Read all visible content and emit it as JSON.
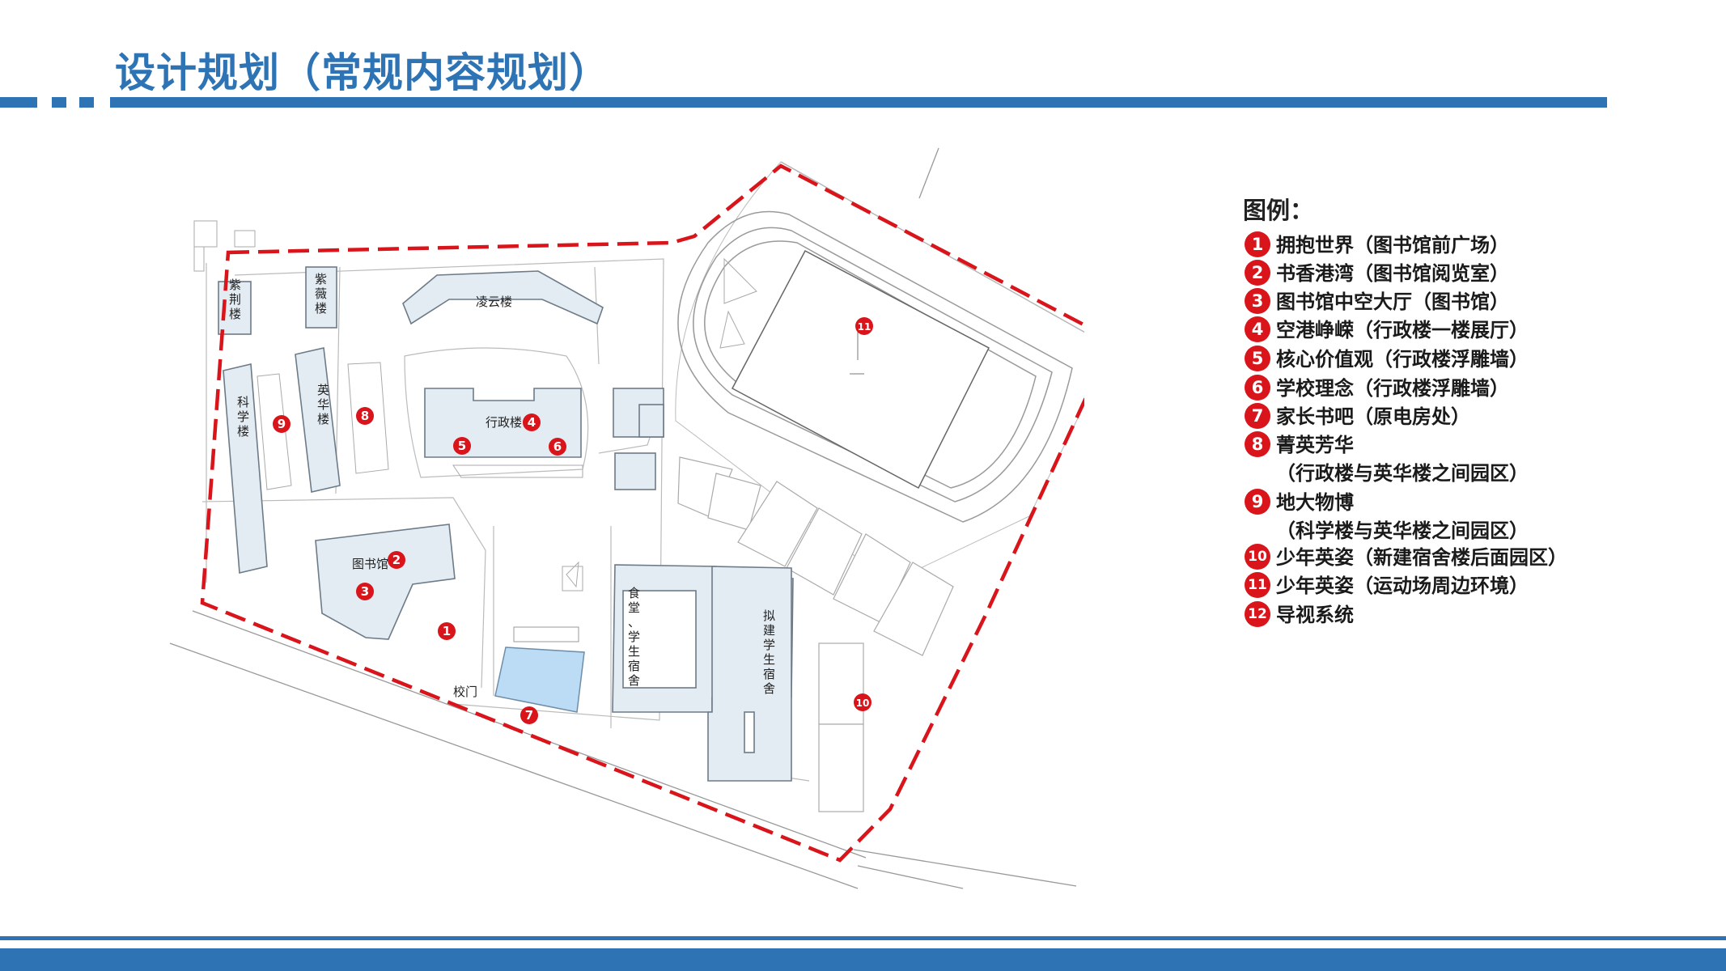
{
  "title": "设计规划（常规内容规划）",
  "colors": {
    "accent": "#2e74b5",
    "boundary": "#d9141a",
    "marker": "#d9141a",
    "building": "#e3ecf3",
    "water": "#bcdcf5"
  },
  "map": {
    "buildings": {
      "zijing": "紫荆楼",
      "ziwei": "紫薇楼",
      "lingyun": "凌云楼",
      "kexue": "科学楼",
      "yinghua": "英华楼",
      "xingzheng": "行政楼",
      "tushuguan": "图书馆",
      "shitang": "食堂、学生宿舍",
      "nijian": "拟建学生宿舍",
      "xiaomen": "校门"
    },
    "markers": [
      "1",
      "2",
      "3",
      "4",
      "5",
      "6",
      "7",
      "8",
      "9",
      "10",
      "11"
    ]
  },
  "legend": {
    "title": "图例：",
    "items": [
      {
        "num": "1",
        "text": "拥抱世界（图书馆前广场）"
      },
      {
        "num": "2",
        "text": "书香港湾（图书馆阅览室）"
      },
      {
        "num": "3",
        "text": "图书馆中空大厅（图书馆）"
      },
      {
        "num": "4",
        "text": "空港峥嵘（行政楼一楼展厅）"
      },
      {
        "num": "5",
        "text": "核心价值观（行政楼浮雕墙）"
      },
      {
        "num": "6",
        "text": "学校理念（行政楼浮雕墙）"
      },
      {
        "num": "7",
        "text": "家长书吧（原电房处）"
      },
      {
        "num": "8",
        "text": "菁英芳华",
        "sub": "（行政楼与英华楼之间园区）"
      },
      {
        "num": "9",
        "text": "地大物博",
        "sub": "（科学楼与英华楼之间园区）"
      },
      {
        "num": "10",
        "text": "少年英姿（新建宿舍楼后面园区）"
      },
      {
        "num": "11",
        "text": "少年英姿（运动场周边环境）"
      },
      {
        "num": "12",
        "text": "导视系统"
      }
    ]
  }
}
